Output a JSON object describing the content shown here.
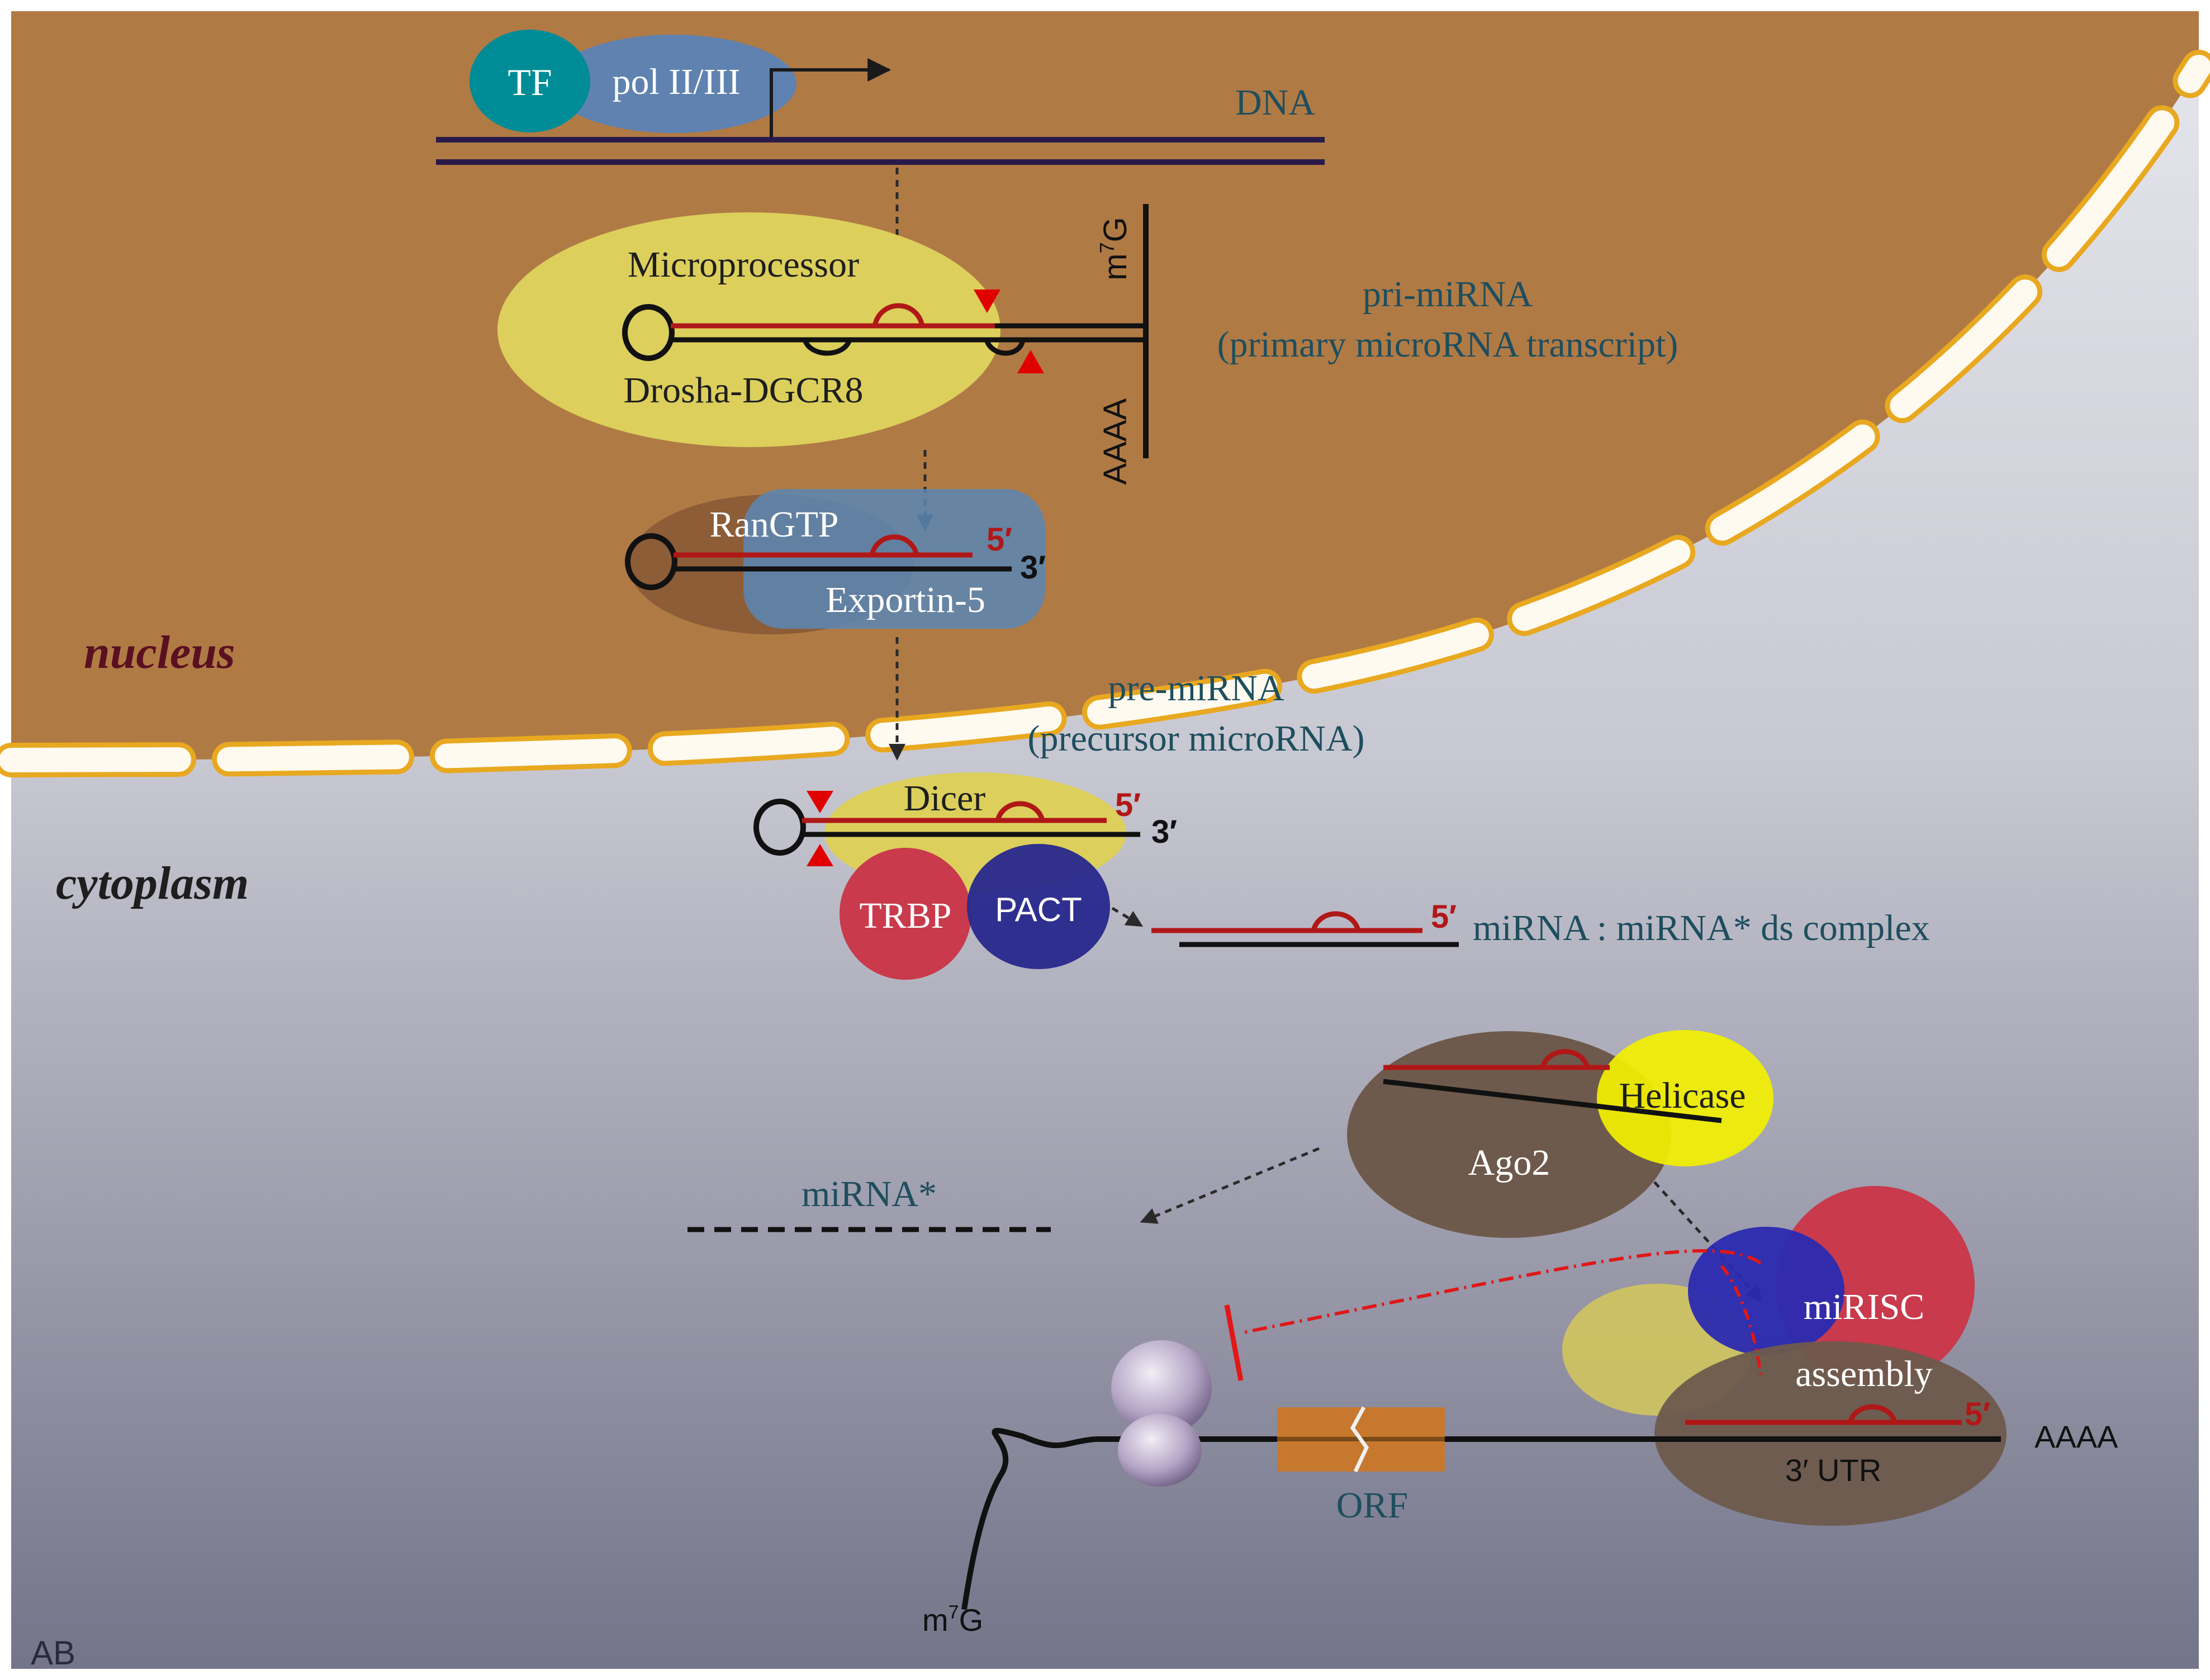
{
  "compartments": {
    "nucleus": "nucleus",
    "cytoplasm": "cytoplasm"
  },
  "transcription": {
    "tf": "TF",
    "polymerase": "pol II/III",
    "dna": "DNA"
  },
  "pri_mirna": {
    "complex": "Microprocessor",
    "enzyme": "Drosha-DGCR8",
    "cap": "m",
    "cap_superscript": "7",
    "cap_suffix": "G",
    "poly_a": "AAAA",
    "name": "pri-miRNA",
    "full_name": "(primary microRNA transcript)"
  },
  "export": {
    "ran": "RanGTP",
    "exportin": "Exportin-5",
    "five_prime": "5′",
    "three_prime": "3′"
  },
  "pre_mirna": {
    "name": "pre-miRNA",
    "full_name": "(precursor microRNA)"
  },
  "dicer": {
    "label": "Dicer",
    "five_prime": "5′",
    "three_prime": "3′",
    "trbp": "TRBP",
    "pact": "PACT"
  },
  "duplex": {
    "five_prime": "5′",
    "label": "miRNA : miRNA* ds complex"
  },
  "ago": {
    "helicase": "Helicase",
    "ago2": "Ago2"
  },
  "passenger": {
    "label": "miRNA*"
  },
  "risc": {
    "label_line1": "miRISC",
    "label_line2": "assembly"
  },
  "mrna": {
    "five_prime": "5′",
    "utr": "3′ UTR",
    "poly_a": "AAAA",
    "orf": "ORF",
    "cap": "m",
    "cap_superscript": "7",
    "cap_suffix": "G"
  },
  "credit": "AB",
  "colors": {
    "nucleus_fill": "#b07a45",
    "envelope": "#fff8e6",
    "envelope_stroke": "#e8a820",
    "cytoplasm_top": "#dcdce6",
    "cytoplasm_bottom": "#7a7a8e",
    "teal": "#008c96",
    "pol_blue": "#5f82b0",
    "microprocessor": "#dccf5c",
    "rna_red": "#b01818",
    "ran": "#8a5a36",
    "exportin": "#5a86b4",
    "label_text": "#1e4e5e",
    "trbp": "#c83a4c",
    "pact": "#2a2a8e",
    "ago": "#6e5a4c",
    "helicase": "#f2f000",
    "orf": "#c6782e"
  }
}
